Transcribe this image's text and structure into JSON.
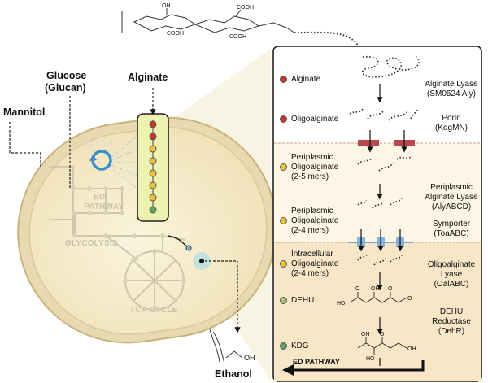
{
  "inputs": {
    "alginate": "Alginate",
    "glucose_line1": "Glucose",
    "glucose_line2": "(Glucan)",
    "mannitol": "Mannitol"
  },
  "cell": {
    "plasmid": "pALG3",
    "ed_pathway_line1": "ED",
    "ed_pathway_line2": "PATHWAY",
    "glycolysis": "GLYCOLYSIS",
    "tca_cycle": "TCA CYCLE"
  },
  "product": {
    "ethanol": "Ethanol",
    "oh": "OH"
  },
  "polymer": {
    "oh": "OH",
    "cooh_a": "COOH",
    "cooh_b": "COOH",
    "cooh_c": "COOH"
  },
  "panel": {
    "stages": [
      {
        "label": [
          "Alginate"
        ],
        "dot_color": "#c0392b"
      },
      {
        "label": [
          "Oligoalginate"
        ],
        "dot_color": "#c0392b"
      },
      {
        "label": [
          "Periplasmic",
          "Oligoalginate",
          "(2-5 mers)"
        ],
        "dot_color": "#e9c43a"
      },
      {
        "label": [
          "Periplasmic",
          "Oligoalginate",
          "(2-4 mers)"
        ],
        "dot_color": "#e9c43a"
      },
      {
        "label": [
          "Intracellular",
          "Oligoalginate",
          "(2-4 mers)"
        ],
        "dot_color": "#e9c43a"
      },
      {
        "label": [
          "DEHU"
        ],
        "dot_color": "#a9c46c"
      },
      {
        "label": [
          "KDG"
        ],
        "dot_color": "#5fa35f"
      }
    ],
    "enzymes": [
      [
        "Alginate Lyase",
        "(SM0524 Aly)"
      ],
      [
        "Porin",
        "(KdgMN)"
      ],
      [
        "Periplasmic",
        "Alginate Lyase",
        "(AlyABCD)"
      ],
      [
        "Symporter",
        "(ToaABC)"
      ],
      [
        "Oligoalginate",
        "Lyase",
        "(OalABC)"
      ],
      [
        "DEHU",
        "Reductase",
        "(DehR)"
      ]
    ],
    "dehu_atoms": {
      "ho": "HO",
      "oh": "OH",
      "o1": "O",
      "o2": "O",
      "o3": "O"
    },
    "kdg_atoms": {
      "oh": "OH",
      "o": "O",
      "ho": "HO",
      "oh2": "OH"
    },
    "ed_pathway": "ED PATHWAY"
  },
  "colors": {
    "cell_fill": "#f6eccb",
    "cell_outline": "#c8b37a",
    "panel_band_light": "#fdf6e6",
    "panel_band_mid": "#f8e7c7",
    "transporter_red": "#b9474b",
    "symporter_blue": "#8bb5d8",
    "plasmid_blue": "#3a90c8"
  }
}
